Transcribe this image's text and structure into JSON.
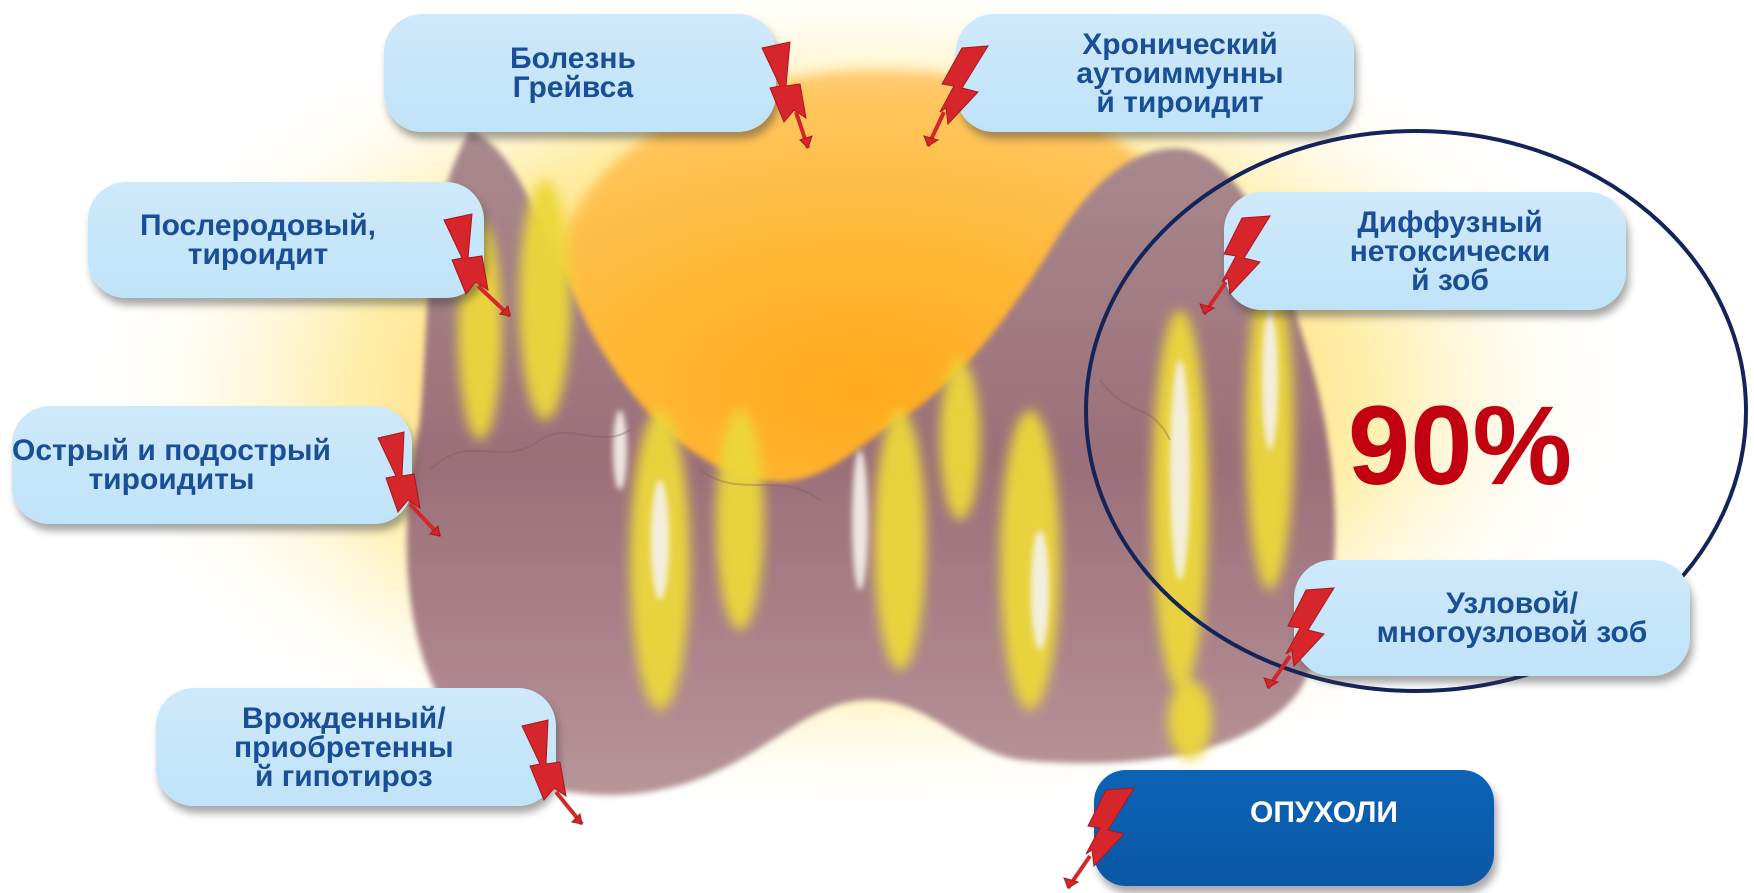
{
  "diagram": {
    "center_stat": "90%",
    "labels": {
      "graves": "Болезнь\nГрейвса",
      "chronic_autoimmune": "Хронический\nаутоиммунны\nй тироидит",
      "postpartum": "Послеродовый,\nтироидит",
      "acute_subacute": "Острый и  подострый\nтироидиты",
      "congenital_hypothyroid": "Врожденный/\nприобретенны\nй гипотироз",
      "diffuse_goiter": "Диффузный\nнетоксически\nй зоб",
      "nodular_goiter": "Узловой/\nмногоузловой зоб",
      "tumors": "ОПУХОЛИ"
    },
    "colors": {
      "bubble": "#c4e5f9",
      "bubble_text": "#1a4f98",
      "tumor_bubble": "#0a5bab",
      "tumor_text": "#ffffff",
      "percent": "#c10010",
      "circle": "#13245a",
      "bolt": "#d6262b"
    }
  }
}
